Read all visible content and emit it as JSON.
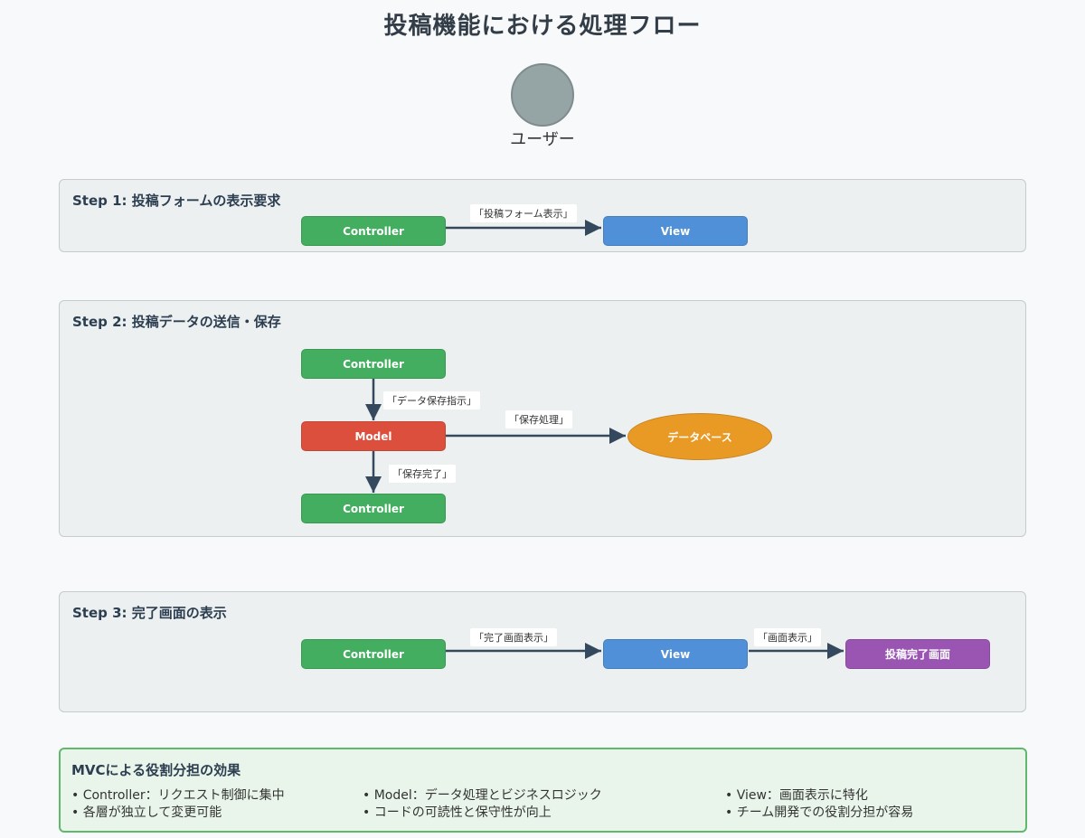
{
  "title": "投稿機能における処理フロー",
  "user": {
    "label": "ユーザー"
  },
  "step1": {
    "title": "Step 1: 投稿フォームの表示要求",
    "controller": "Controller",
    "view": "View",
    "edge_label": "「投稿フォーム表示」"
  },
  "step2": {
    "title": "Step 2: 投稿データの送信・保存",
    "controller_top": "Controller",
    "model": "Model",
    "controller_bottom": "Controller",
    "database": "データベース",
    "edge_instruct": "「データ保存指示」",
    "edge_save": "「保存処理」",
    "edge_done": "「保存完了」"
  },
  "step3": {
    "title": "Step 3: 完了画面の表示",
    "controller": "Controller",
    "view": "View",
    "screen": "投稿完了画面",
    "edge_show_done": "「完了画面表示」",
    "edge_show": "「画面表示」"
  },
  "summary": {
    "title": "MVCによる役割分担の効果",
    "items": [
      "• Controller：リクエスト制御に集中",
      "• Model：データ処理とビジネスロジック",
      "• View：画面表示に特化",
      "• 各層が独立して変更可能",
      "• コードの可読性と保守性が向上",
      "• チーム開発での役割分担が容易"
    ]
  },
  "colors": {
    "controller": "#43ae5f",
    "view": "#4f90d8",
    "model": "#dd4f3d",
    "database": "#e99a25",
    "screen": "#9a55b3",
    "user": "#95a5a6",
    "arrow": "#34495e",
    "summary_border": "#5fb86c"
  }
}
